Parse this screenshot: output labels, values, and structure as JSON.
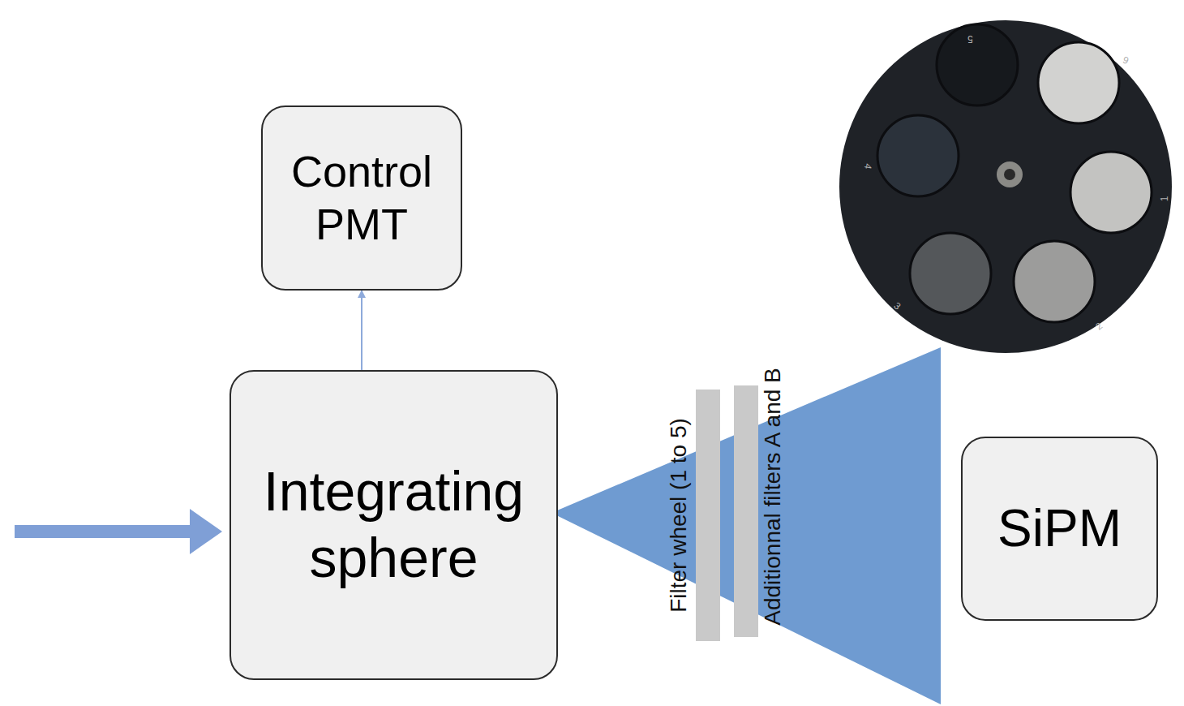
{
  "diagram": {
    "nodes": [
      {
        "text": [
          "Control PMT"
        ]
      },
      {
        "text": [
          "Integrating sphere"
        ]
      },
      {
        "text": [
          "SiPM"
        ]
      }
    ],
    "edges": [
      {
        "from": 1,
        "to": 0,
        "arrow": "to"
      }
    ],
    "labels": [
      "Filter wheel (1 to 5)",
      "Additionnal filters A and B",
      "5",
      "6",
      "4",
      "1",
      "3",
      "2"
    ]
  }
}
